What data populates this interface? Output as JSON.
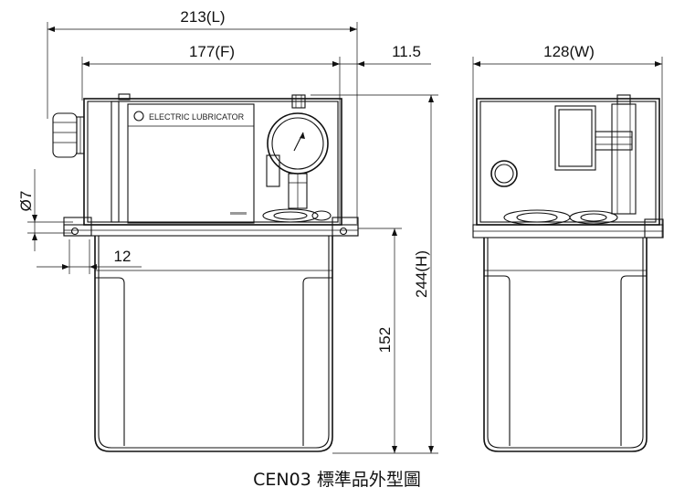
{
  "dimensions": {
    "length": "213(L)",
    "front": "177(F)",
    "offset": "11.5",
    "width": "128(W)",
    "hole_diameter": "Ø7",
    "mount_offset": "12",
    "tank_height": "152",
    "height": "244(H)"
  },
  "device_label": "ELECTRIC LUBRICATOR",
  "caption": "CEN03 標準品外型圖"
}
